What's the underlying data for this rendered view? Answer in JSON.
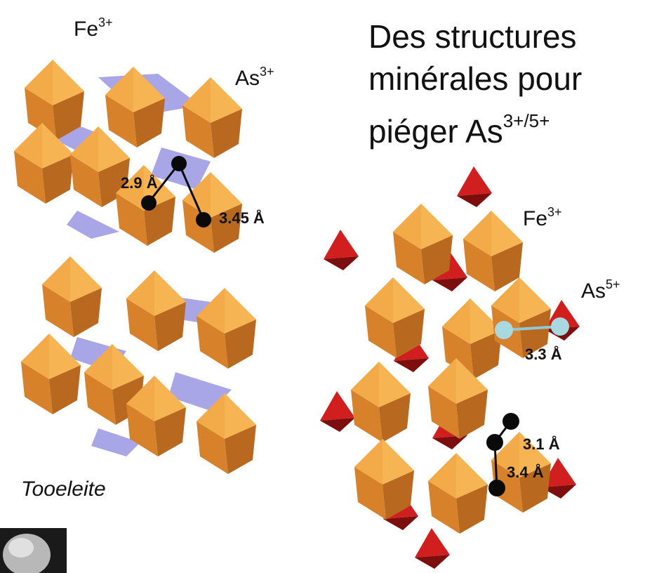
{
  "title": {
    "line1": "Des structures",
    "line2": "minérales pour",
    "line3_prefix": "piéger As",
    "line3_sup": "3+/5+"
  },
  "left_structure": {
    "fe_label": "Fe",
    "fe_charge": "3+",
    "as_label": "As",
    "as_charge": "3+",
    "distance_1": "2.9 Å",
    "distance_2": "3.45 Å",
    "mineral_name": "Tooeleite"
  },
  "right_structure": {
    "fe_label": "Fe",
    "fe_charge": "3+",
    "as_label": "As",
    "as_charge": "5+",
    "distance_1": "3.3 Å",
    "distance_2": "3.1 Å",
    "distance_3": "3.4 Å"
  },
  "colors": {
    "octahedron_light": "#f0a040",
    "octahedron_mid": "#d98428",
    "octahedron_dark": "#8a5a22",
    "lavender_face": "#a9a6e8",
    "tetrahedron_red": "#cc1a1a",
    "tetrahedron_dark": "#7a0d0d",
    "atom_black": "#0a0a0a",
    "atom_light_blue": "#a8d8e0"
  }
}
